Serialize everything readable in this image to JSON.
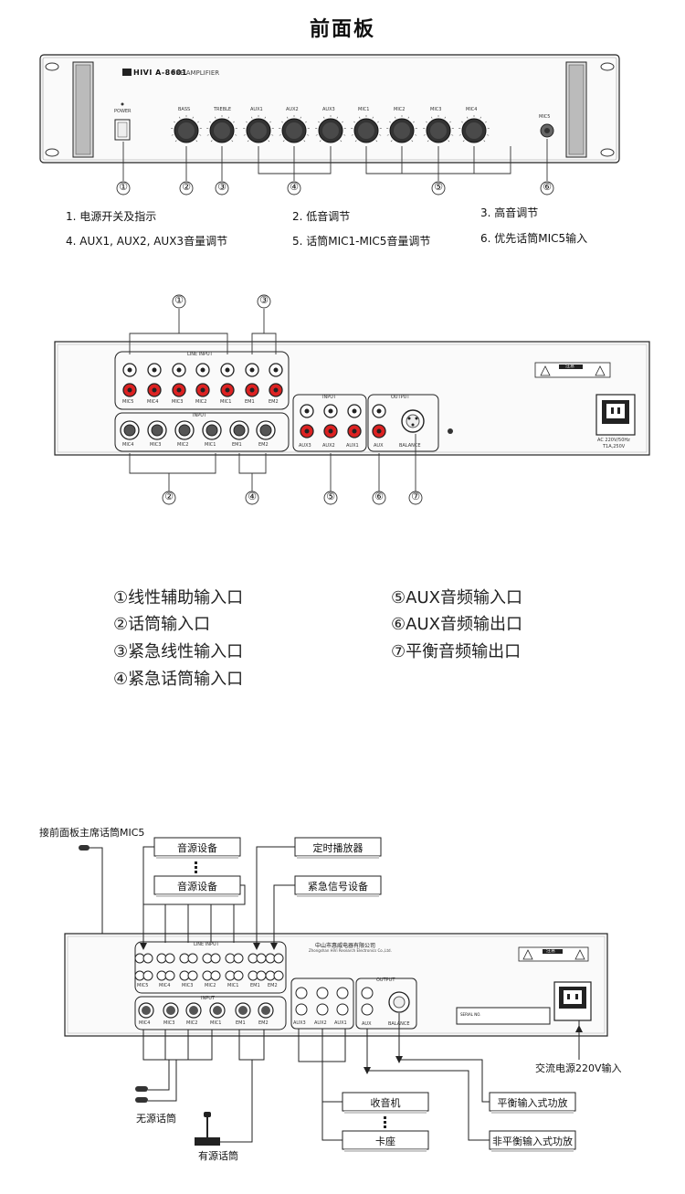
{
  "title": "前面板",
  "front": {
    "model": "HIVI A-8601",
    "subtitle": "PRE AMPLIFIER",
    "power_label": "POWER",
    "knobs": [
      "BASS",
      "TREBLE",
      "AUX1",
      "AUX2",
      "AUX3",
      "MIC1",
      "MIC2",
      "MIC3",
      "MIC4",
      "MIC5"
    ],
    "mic5_label": "MIC5",
    "markers": [
      "①",
      "②",
      "③",
      "④",
      "⑤",
      "⑥"
    ],
    "captions": [
      "1. 电源开关及指示",
      "2. 低音调节",
      "3. 高音调节",
      "4. AUX1, AUX2, AUX3音量调节",
      "5. 话筒MIC1-MIC5音量调节",
      "6. 优先话筒MIC5输入"
    ]
  },
  "rear": {
    "line_input_label": "LINE INPUT",
    "line_inputs": [
      "MIC5",
      "MIC4",
      "MIC3",
      "MIC2",
      "MIC1",
      "EM1",
      "EM2"
    ],
    "input_label": "INPUT",
    "mic_inputs": [
      "MIC4",
      "MIC3",
      "MIC2",
      "MIC1",
      "EM1",
      "EM2"
    ],
    "aux_input_label": "INPUT",
    "aux_inputs": [
      "AUX3",
      "AUX2",
      "AUX1"
    ],
    "output_label": "OUTPUT",
    "aux_output": "AUX",
    "balance": "BALANCE",
    "warning": "注意",
    "power_spec": [
      "AC 220V/50Hz",
      "T1A,250V"
    ],
    "markers": [
      "①",
      "②",
      "③",
      "④",
      "⑤",
      "⑥",
      "⑦"
    ],
    "legend": [
      "①线性辅助输入口",
      "②话筒输入口",
      "③紧急线性输入口",
      "④紧急话筒输入口",
      "⑤AUX音频输入口",
      "⑥AUX音频输出口",
      "⑦平衡音频输出口"
    ]
  },
  "wiring": {
    "mic5_note": "接前面板主席话筒MIC5",
    "source_device": "音源设备",
    "source_device_2": "音源设备",
    "timer_player": "定时播放器",
    "emergency_device": "紧急信号设备",
    "company_cn": "中山市惠威电器有限公司",
    "company_en": "Zhongshan HiVi Research Electronics Co.,Ltd.",
    "serial_label": "SERIAL NO.",
    "line_input_label": "LINE INPUT",
    "line_inputs": [
      "MIC5",
      "MIC4",
      "MIC3",
      "MIC2",
      "MIC1",
      "EM1",
      "EM2"
    ],
    "input_label": "INPUT",
    "mic_inputs": [
      "MIC4",
      "MIC3",
      "MIC2",
      "MIC1",
      "EM1",
      "EM2"
    ],
    "aux_inputs": [
      "AUX3",
      "AUX2",
      "AUX1"
    ],
    "aux_output": "AUX",
    "balance": "BALANCE",
    "output_label": "OUTPUT",
    "warning": "注意",
    "ac_power": "交流电源220V输入",
    "wireless_mic": "无源话筒",
    "active_mic": "有源话筒",
    "radio": "收音机",
    "cassette": "卡座",
    "balanced_amp": "平衡输入式功放",
    "unbalanced_amp": "非平衡输入式功放"
  }
}
